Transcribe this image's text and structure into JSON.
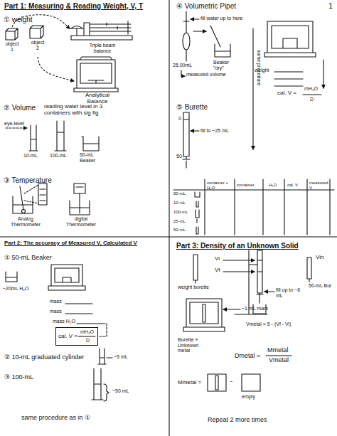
{
  "diagram": {
    "nodes": [
      {
        "text": [
          "object 1"
        ]
      },
      {
        "text": [
          "object 2"
        ]
      },
      {
        "text": [
          "Triple beam balance"
        ]
      },
      {
        "text": [
          "Analytical Balance"
        ]
      },
      {
        "text": [
          "cal. V =",
          "mH₂O",
          "D"
        ]
      }
    ],
    "edges": [
      {
        "from": 0,
        "to": 2,
        "arrow": "to"
      },
      {
        "from": 1,
        "to": 3,
        "arrow": "to"
      }
    ],
    "labels": [
      "Part 1: Measuring & Reading Weight, V, T",
      "1",
      "① weight",
      "② Volume",
      "reading water level in 3 containers with sig fig",
      "eye-level",
      "10-mL",
      "100-mL",
      "50-mL Beaker",
      "③ Temperature",
      "Analog Thermometer",
      "digital Thermometer",
      "Part 2: The accuracy of Measured V, Calculated V",
      "① 50-mL Beaker",
      "~20mL H₂O",
      "mass",
      "mass",
      "mass H₂O",
      "② 10-mL graduated cylinder",
      "~5 mL",
      "③ 100-mL",
      "~50 mL",
      "same procedure as in ①",
      "④ Volumetric Pipet",
      "fill water up to here",
      "25.00mL",
      "measured volume",
      "Beaker \"dry\"",
      "weight",
      "cal. V =",
      "mH₂O",
      "D",
      "⑤ Burette",
      "0",
      "50",
      "fill to ~25 mL",
      "same procedure",
      "container + H₂O",
      "container",
      "H₂O",
      "cal. V",
      "measured V",
      "50-mL",
      "10-mL",
      "100-mL",
      "25-mL",
      "50-mL",
      "Part 3: Density of an Unknown Solid",
      "Vi",
      "Vf",
      "Vin",
      "50-mL Bur",
      "fill up to ~6 mL",
      "weight burette",
      "~1 mL mark",
      "Burette + Unknown metal",
      "Vmetal = 5 - (Vf - Vi)",
      "Dmetal =",
      "Mmetal",
      "Vmetal",
      "Mmetal =",
      "-",
      "empty",
      "Repeat 2 more times"
    ]
  }
}
